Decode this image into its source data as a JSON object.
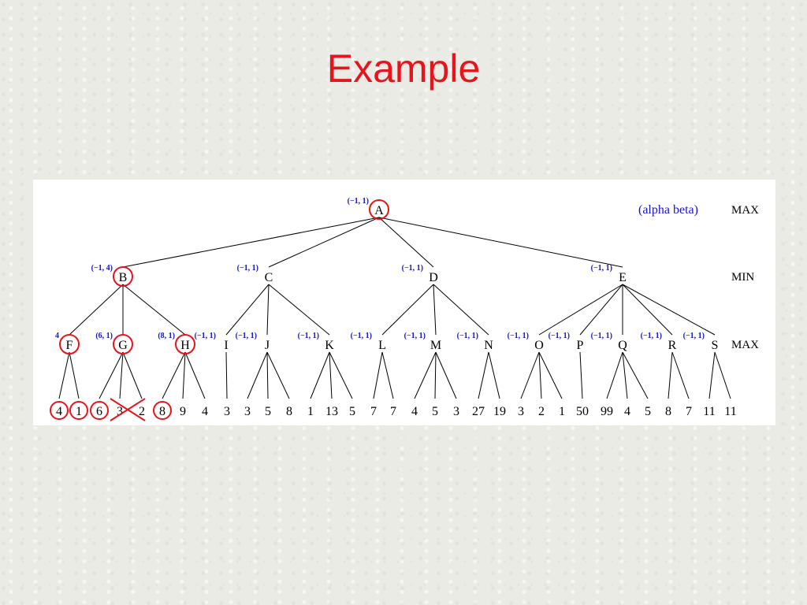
{
  "slide": {
    "title": "Example"
  },
  "diagram": {
    "legend": "(alpha beta)",
    "levels": [
      "MAX",
      "MIN",
      "MAX"
    ],
    "nodes": [
      {
        "id": "A",
        "label": "A",
        "annotation": "(−1, 1)",
        "circled": true
      },
      {
        "id": "B",
        "label": "B",
        "annotation": "(−1, 4)",
        "circled": true
      },
      {
        "id": "C",
        "label": "C",
        "annotation": "(−1, 1)",
        "circled": false
      },
      {
        "id": "D",
        "label": "D",
        "annotation": "(−1, 1)",
        "circled": false
      },
      {
        "id": "E",
        "label": "E",
        "annotation": "(−1, 1)",
        "circled": false
      },
      {
        "id": "F",
        "label": "F",
        "annotation": "4",
        "circled": true
      },
      {
        "id": "G",
        "label": "G",
        "annotation": "(6, 1)",
        "circled": true
      },
      {
        "id": "H",
        "label": "H",
        "annotation": "(8, 1)",
        "circled": true
      },
      {
        "id": "I",
        "label": "I",
        "annotation": "(−1, 1)",
        "circled": false
      },
      {
        "id": "J",
        "label": "J",
        "annotation": "(−1, 1)",
        "circled": false
      },
      {
        "id": "K",
        "label": "K",
        "annotation": "(−1, 1)",
        "circled": false
      },
      {
        "id": "L",
        "label": "L",
        "annotation": "(−1, 1)",
        "circled": false
      },
      {
        "id": "M",
        "label": "M",
        "annotation": "(−1, 1)",
        "circled": false
      },
      {
        "id": "N",
        "label": "N",
        "annotation": "(−1, 1)",
        "circled": false
      },
      {
        "id": "O",
        "label": "O",
        "annotation": "(−1, 1)",
        "circled": false
      },
      {
        "id": "P",
        "label": "P",
        "annotation": "(−1, 1)",
        "circled": false
      },
      {
        "id": "Q",
        "label": "Q",
        "annotation": "(−1, 1)",
        "circled": false
      },
      {
        "id": "R",
        "label": "R",
        "annotation": "(−1, 1)",
        "circled": false
      },
      {
        "id": "S",
        "label": "S",
        "annotation": "(−1, 1)",
        "circled": false
      }
    ],
    "leaves": [
      {
        "parent": "F",
        "value": "4",
        "circled": true,
        "crossed": false
      },
      {
        "parent": "F",
        "value": "1",
        "circled": true,
        "crossed": false
      },
      {
        "parent": "G",
        "value": "6",
        "circled": true,
        "crossed": false
      },
      {
        "parent": "G",
        "value": "3",
        "circled": false,
        "crossed": true
      },
      {
        "parent": "G",
        "value": "2",
        "circled": false,
        "crossed": true
      },
      {
        "parent": "H",
        "value": "8",
        "circled": true,
        "crossed": false
      },
      {
        "parent": "H",
        "value": "9",
        "circled": false,
        "crossed": false
      },
      {
        "parent": "H",
        "value": "4",
        "circled": false,
        "crossed": false
      },
      {
        "parent": "I",
        "value": "3",
        "circled": false,
        "crossed": false
      },
      {
        "parent": "J",
        "value": "3",
        "circled": false,
        "crossed": false
      },
      {
        "parent": "J",
        "value": "5",
        "circled": false,
        "crossed": false
      },
      {
        "parent": "J",
        "value": "8",
        "circled": false,
        "crossed": false
      },
      {
        "parent": "K",
        "value": "1",
        "circled": false,
        "crossed": false
      },
      {
        "parent": "K",
        "value": "13",
        "circled": false,
        "crossed": false
      },
      {
        "parent": "K",
        "value": "5",
        "circled": false,
        "crossed": false
      },
      {
        "parent": "L",
        "value": "7",
        "circled": false,
        "crossed": false
      },
      {
        "parent": "L",
        "value": "7",
        "circled": false,
        "crossed": false
      },
      {
        "parent": "M",
        "value": "4",
        "circled": false,
        "crossed": false
      },
      {
        "parent": "M",
        "value": "5",
        "circled": false,
        "crossed": false
      },
      {
        "parent": "M",
        "value": "3",
        "circled": false,
        "crossed": false
      },
      {
        "parent": "N",
        "value": "27",
        "circled": false,
        "crossed": false
      },
      {
        "parent": "N",
        "value": "19",
        "circled": false,
        "crossed": false
      },
      {
        "parent": "O",
        "value": "3",
        "circled": false,
        "crossed": false
      },
      {
        "parent": "O",
        "value": "2",
        "circled": false,
        "crossed": false
      },
      {
        "parent": "O",
        "value": "1",
        "circled": false,
        "crossed": false
      },
      {
        "parent": "P",
        "value": "50",
        "circled": false,
        "crossed": false
      },
      {
        "parent": "Q",
        "value": "99",
        "circled": false,
        "crossed": false
      },
      {
        "parent": "Q",
        "value": "4",
        "circled": false,
        "crossed": false
      },
      {
        "parent": "Q",
        "value": "5",
        "circled": false,
        "crossed": false
      },
      {
        "parent": "R",
        "value": "8",
        "circled": false,
        "crossed": false
      },
      {
        "parent": "R",
        "value": "7",
        "circled": false,
        "crossed": false
      },
      {
        "parent": "S",
        "value": "11",
        "circled": false,
        "crossed": false
      },
      {
        "parent": "S",
        "value": "11",
        "circled": false,
        "crossed": false
      }
    ],
    "edges": [
      [
        "A",
        "B"
      ],
      [
        "A",
        "C"
      ],
      [
        "A",
        "D"
      ],
      [
        "A",
        "E"
      ],
      [
        "B",
        "F"
      ],
      [
        "B",
        "G"
      ],
      [
        "B",
        "H"
      ],
      [
        "C",
        "I"
      ],
      [
        "C",
        "J"
      ],
      [
        "C",
        "K"
      ],
      [
        "D",
        "L"
      ],
      [
        "D",
        "M"
      ],
      [
        "D",
        "N"
      ],
      [
        "E",
        "O"
      ],
      [
        "E",
        "P"
      ],
      [
        "E",
        "Q"
      ],
      [
        "E",
        "R"
      ],
      [
        "E",
        "S"
      ]
    ],
    "colors": {
      "highlight": "#e8141b",
      "annotation": "#1414c8",
      "line": "#000000"
    }
  }
}
